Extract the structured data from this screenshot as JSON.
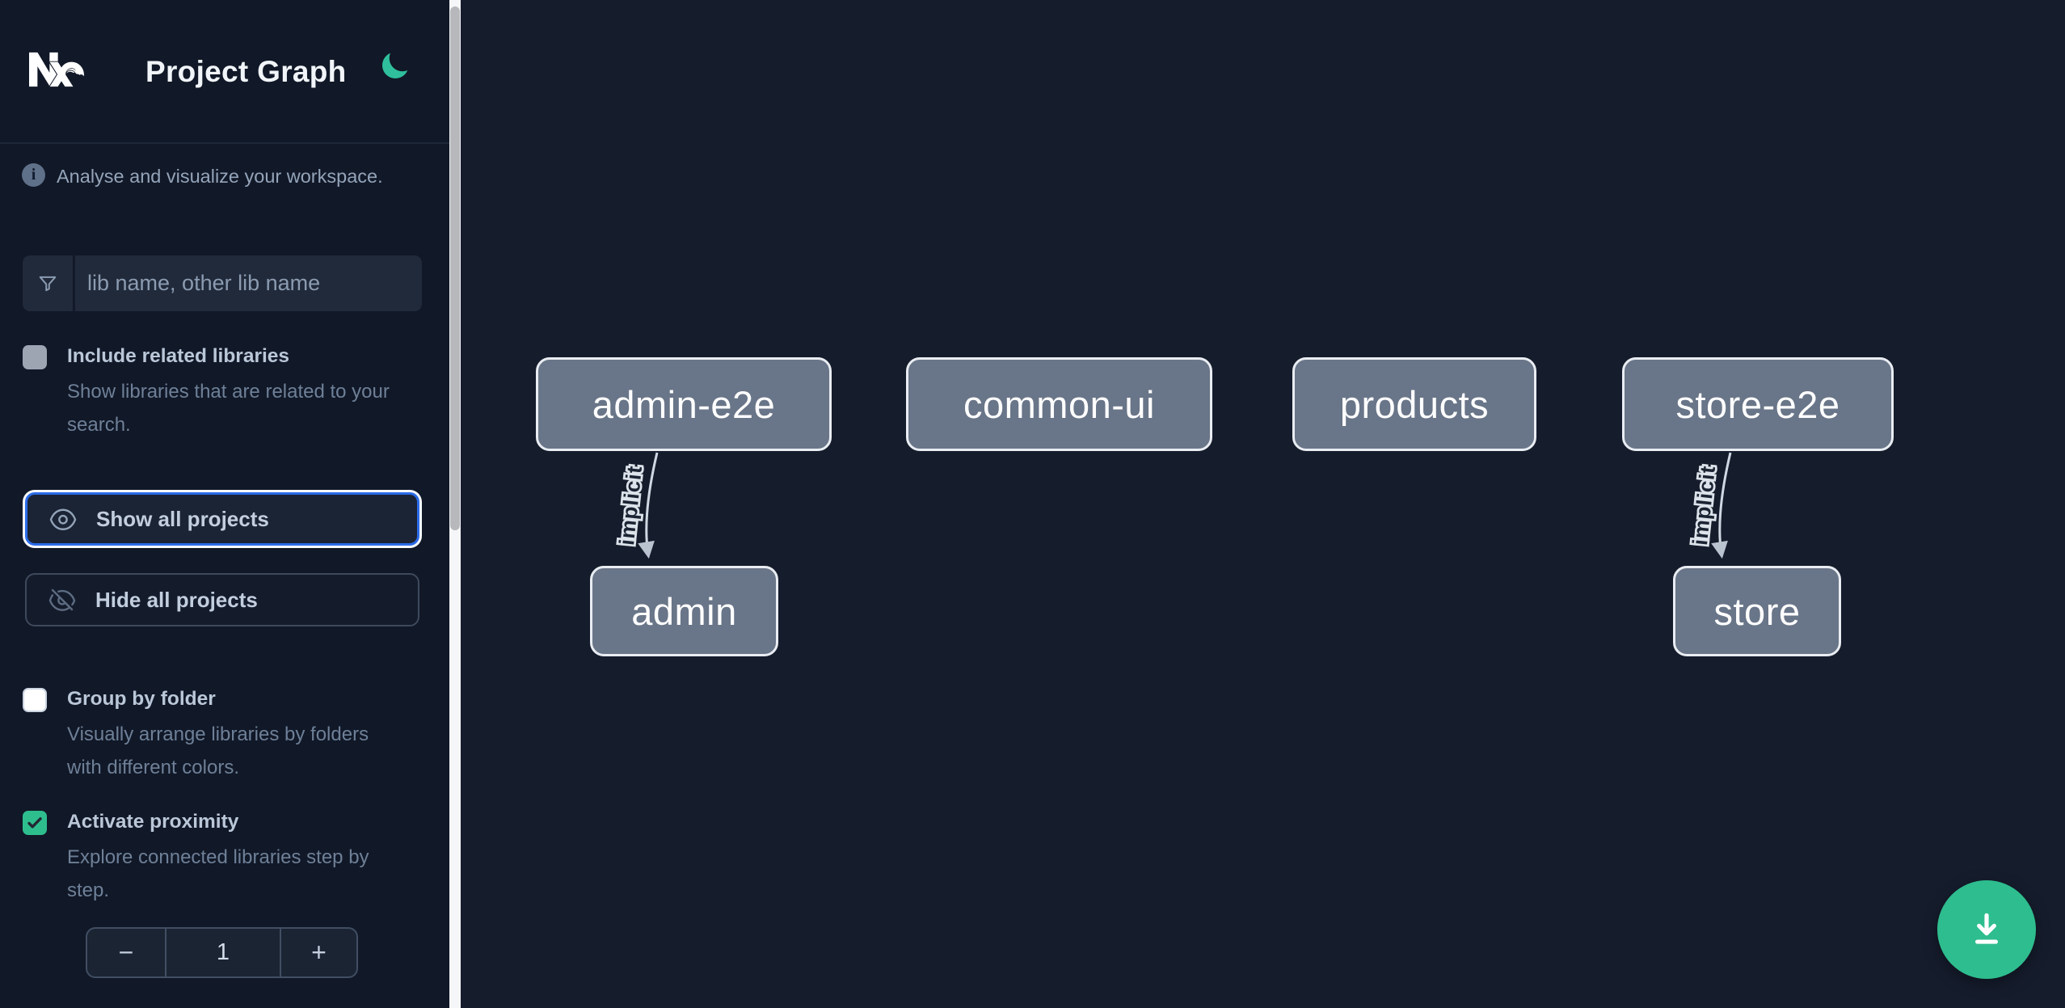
{
  "header": {
    "logo": "Nx",
    "title": "Project Graph",
    "theme_toggle": "moon-icon"
  },
  "intro": {
    "text": "Analyse and visualize your workspace."
  },
  "search": {
    "icon": "filter-funnel-icon",
    "placeholder": "lib name, other lib name",
    "value": ""
  },
  "options": [
    {
      "id": "include-related-libraries",
      "label": "Include related libraries",
      "description": "Show libraries that are related to your search.",
      "checked": false,
      "variant": "muted"
    },
    {
      "id": "group-by-folder",
      "label": "Group by folder",
      "description": "Visually arrange libraries by folders with different colors.",
      "checked": false,
      "variant": "white"
    },
    {
      "id": "activate-proximity",
      "label": "Activate proximity",
      "description": "Explore connected libraries step by step.",
      "checked": true,
      "variant": "green"
    }
  ],
  "actions": {
    "show_all": "Show all projects",
    "hide_all": "Hide all projects"
  },
  "proximity_stepper": {
    "decrement": "−",
    "value": "1",
    "increment": "+"
  },
  "graph": {
    "nodes": [
      {
        "label": "admin-e2e",
        "style": "left:93px;top:442px;width:366px;height:116px"
      },
      {
        "label": "common-ui",
        "style": "left:551px;top:442px;width:379px;height:116px"
      },
      {
        "label": "products",
        "style": "left:1029px;top:442px;width:302px;height:116px"
      },
      {
        "label": "store-e2e",
        "style": "left:1437px;top:442px;width:336px;height:116px"
      },
      {
        "label": "admin",
        "style": "left:160px;top:700px;width:233px;height:112px"
      },
      {
        "label": "store",
        "style": "left:1500px;top:700px;width:208px;height:112px"
      }
    ],
    "edges": [
      {
        "source": "admin-e2e",
        "target": "admin",
        "label": "implicit"
      },
      {
        "source": "store-e2e",
        "target": "store",
        "label": "implicit"
      }
    ]
  },
  "fab": {
    "icon": "download-icon"
  },
  "colors": {
    "accent_green": "#2ebd8e",
    "focus_blue": "#2b6be8",
    "node_fill": "#697588",
    "edge_line": "#cfd8e3",
    "sidebar_bg": "#111827",
    "canvas_bg": "#151c2c"
  }
}
